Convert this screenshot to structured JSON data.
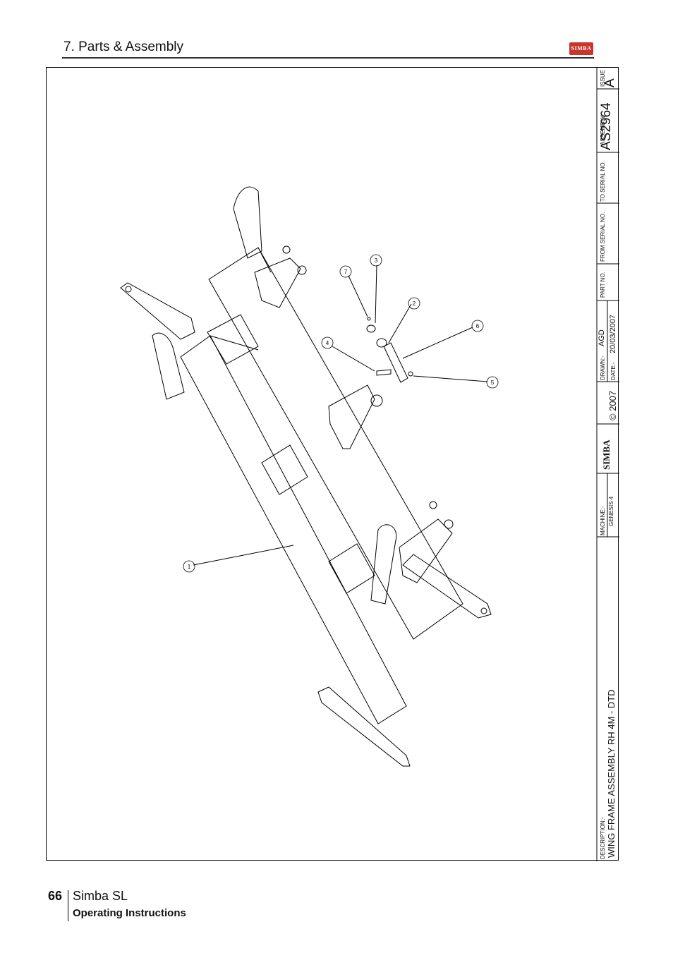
{
  "header": {
    "section_title": "7. Parts & Assembly",
    "logo_text": "SIMBA"
  },
  "drawing": {
    "callouts": [
      "1",
      "2",
      "3",
      "4",
      "5",
      "6",
      "7"
    ]
  },
  "title_block": {
    "description_label": "DESCRIPTION:-",
    "description": "WING FRAME ASSEMBLY RH 4M - DTD",
    "machine_label": "MACHINE:-",
    "machine": "GENESIS 4",
    "brand": "SIMBA",
    "copyright": "© 2007",
    "drawn_label": "DRAWN:-",
    "drawn": "AGD",
    "date_label": "DATE:-",
    "date": "20/03/2007",
    "part_no_label": "PART NO.",
    "from_serial_label": "FROM SERIAL NO.",
    "to_serial_label": "TO SERIAL NO.",
    "assembly_label": "ASSEMBLY",
    "assembly": "AS2964",
    "issue_label": "ISSUE",
    "issue": "A"
  },
  "footer": {
    "page_number": "66",
    "product": "Simba SL",
    "subtitle": "Operating Instructions"
  },
  "colors": {
    "logo": "#c9352b",
    "line": "#000000"
  }
}
